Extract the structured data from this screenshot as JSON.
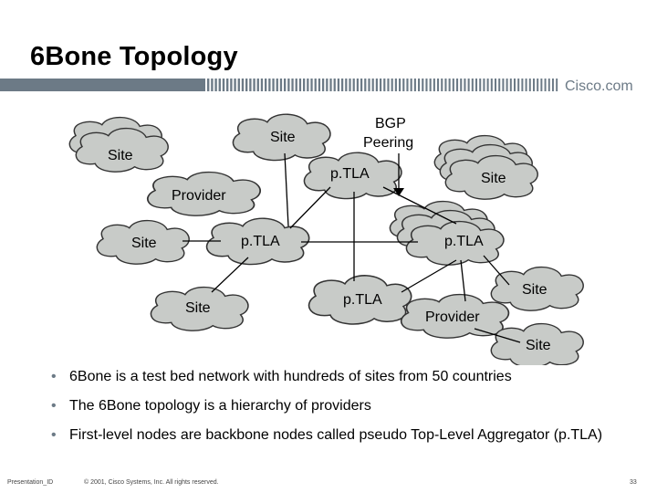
{
  "slide": {
    "title": "6Bone Topology",
    "brand": "Cisco.com"
  },
  "diagram": {
    "labels": {
      "site_top_left": "Site",
      "site_top_center": "Site",
      "bgp_peering_line1": "BGP",
      "bgp_peering_line2": "Peering",
      "ptla_top": "p.TLA",
      "site_top_right": "Site",
      "provider_left": "Provider",
      "site_mid_left": "Site",
      "ptla_left": "p.TLA",
      "ptla_right": "p.TLA",
      "site_bottom_left": "Site",
      "ptla_bottom": "p.TLA",
      "site_right_upper": "Site",
      "provider_right": "Provider",
      "site_right_lower": "Site"
    }
  },
  "bullets": [
    "6Bone is a test bed network with hundreds of sites from 50 countries",
    "The 6Bone topology is a hierarchy of providers",
    "First-level nodes are backbone nodes called  pseudo Top-Level Aggregator (p.TLA)"
  ],
  "footer": {
    "presentation_id": "Presentation_ID",
    "copyright": "© 2001, Cisco Systems, Inc. All rights reserved.",
    "page_number": "33"
  },
  "colors": {
    "cloud_fill": "#c8cbc8",
    "cloud_stroke": "#333333",
    "accent_bar": "#6c7a86"
  }
}
